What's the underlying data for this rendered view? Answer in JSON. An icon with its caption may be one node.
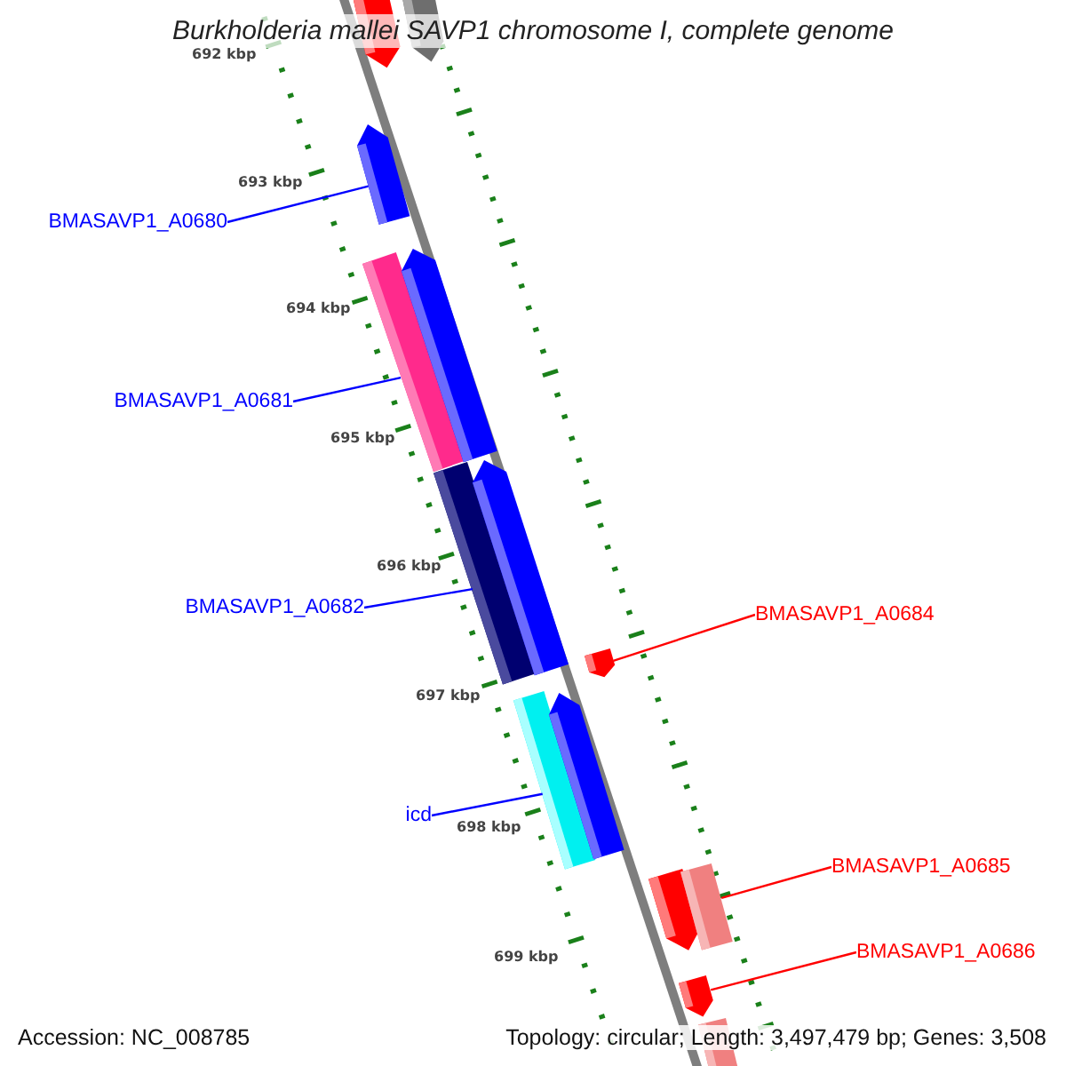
{
  "diagram": {
    "title": "Burkholderia mallei SAVP1 chromosome I, complete genome",
    "nodes": [
      {
        "text": [],
        "shape": "bar"
      },
      {
        "text": [],
        "shape": "bar"
      },
      {
        "text": [],
        "shape": "bar"
      },
      {
        "text": [],
        "shape": "bar"
      },
      {
        "text": [],
        "shape": "bar"
      },
      {
        "text": [],
        "shape": "bar"
      },
      {
        "text": [],
        "shape": "bar"
      },
      {
        "text": [],
        "shape": "bar"
      },
      {
        "text": [],
        "shape": "bar"
      },
      {
        "text": [],
        "shape": "bar"
      },
      {
        "text": [],
        "shape": "bar"
      },
      {
        "text": [],
        "shape": "bar"
      },
      {
        "text": [],
        "shape": "bar"
      },
      {
        "text": [],
        "shape": "bar"
      },
      {
        "text": [
          "BMASAVP1_A0680"
        ]
      },
      {
        "text": [
          "BMASAVP1_A0681"
        ]
      },
      {
        "text": [
          "BMASAVP1_A0682"
        ]
      },
      {
        "text": [
          "icd"
        ]
      },
      {
        "text": [
          "BMASAVP1_A0684"
        ]
      },
      {
        "text": [
          "BMASAVP1_A0685"
        ]
      },
      {
        "text": [
          "BMASAVP1_A0686"
        ]
      }
    ],
    "edges": [
      {
        "from": 14,
        "to": 2,
        "arrow": "none"
      },
      {
        "from": 15,
        "to": 3,
        "arrow": "none"
      },
      {
        "from": 16,
        "to": 5,
        "arrow": "none"
      },
      {
        "from": 17,
        "to": 8,
        "arrow": "none"
      },
      {
        "from": 18,
        "to": 7,
        "arrow": "none",
        "color": "#ff0000"
      },
      {
        "from": 19,
        "to": 11,
        "arrow": "none",
        "color": "#ff0000"
      },
      {
        "from": 20,
        "to": 12,
        "arrow": "none",
        "color": "#ff0000"
      }
    ],
    "labels": [
      "692 kbp",
      "693 kbp",
      "694 kbp",
      "695 kbp",
      "696 kbp",
      "697 kbp",
      "698 kbp",
      "699 kbp",
      "Accession: NC_008785",
      "Topology: circular; Length: 3,497,479 bp; Genes: 3,508"
    ]
  }
}
